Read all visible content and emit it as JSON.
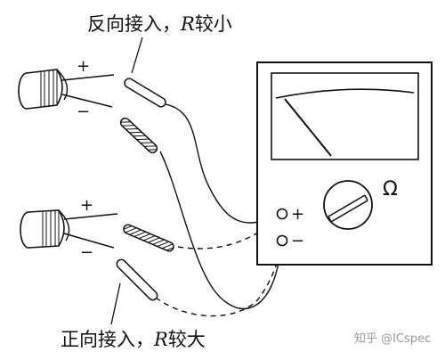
{
  "labels": {
    "top": {
      "prefix": "反向接入，",
      "r": "R",
      "suffix": "较小"
    },
    "bottom": {
      "prefix": "正向接入，",
      "r": "R",
      "suffix": "较大"
    }
  },
  "polarity": {
    "top_cap_plus": "+",
    "top_cap_minus": "−",
    "bottom_cap_plus": "+",
    "bottom_cap_minus": "−",
    "meter_plus": "+",
    "meter_minus": "−"
  },
  "meter": {
    "unit_symbol": "Ω"
  },
  "watermark": "知乎 @ICspec"
}
